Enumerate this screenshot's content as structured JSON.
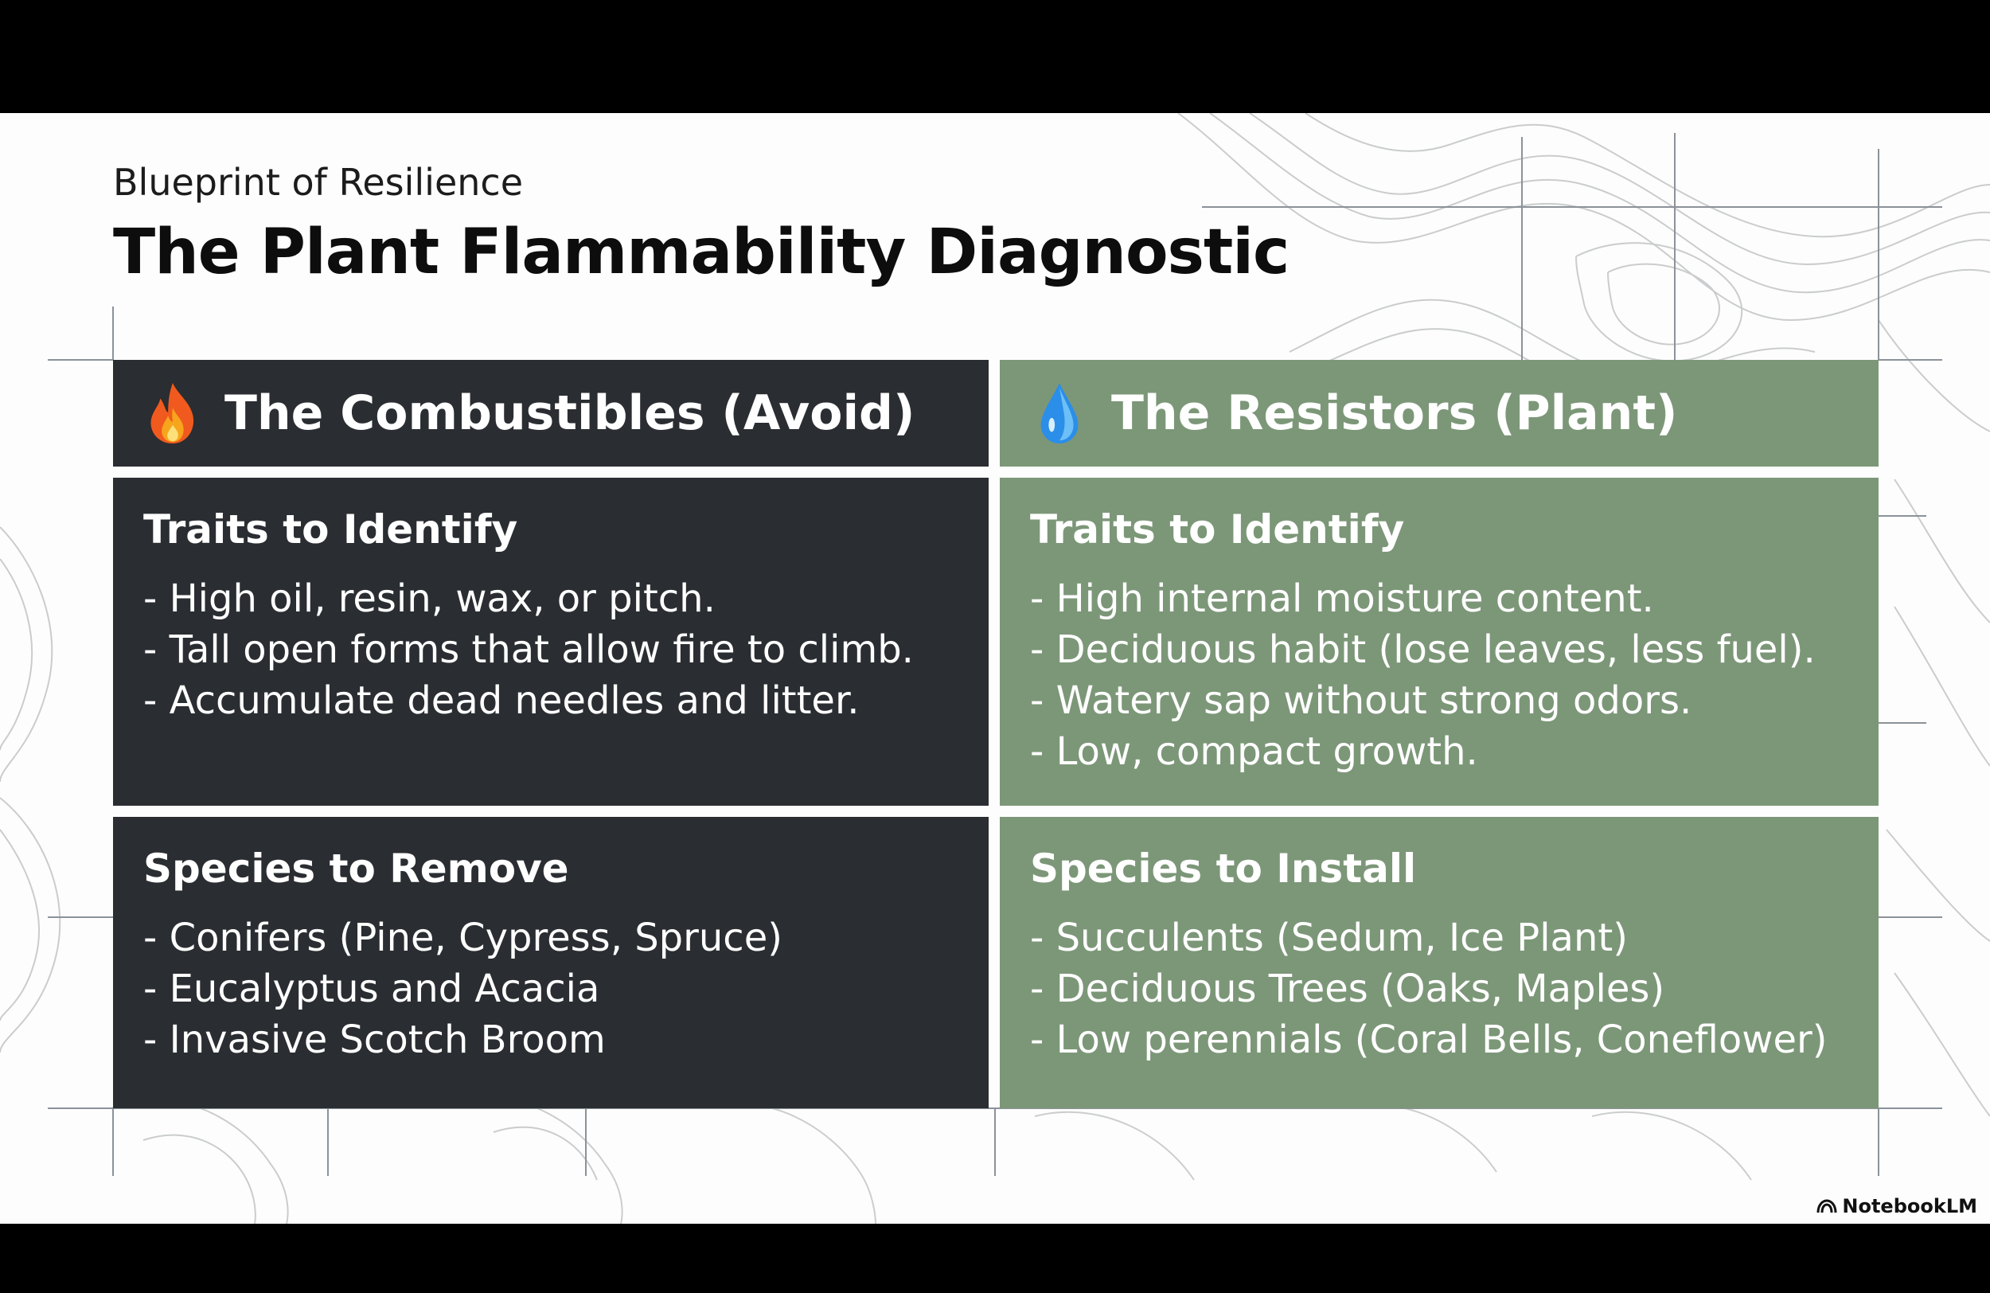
{
  "slide": {
    "subtitle": "Blueprint of Resilience",
    "title": "The Plant Flammability Diagnostic"
  },
  "colors": {
    "dark_panel": "#2a2d31",
    "green_panel": "#7c9778",
    "background": "#fdfdfd"
  },
  "left": {
    "header": "The Combustibles (Avoid)",
    "header_icon": "fire-icon",
    "traits_heading": "Traits to Identify",
    "traits": [
      "- High oil, resin, wax, or pitch.",
      "- Tall open forms that allow fire to climb.",
      "- Accumulate dead needles and litter."
    ],
    "species_heading": "Species to Remove",
    "species": [
      "- Conifers (Pine, Cypress, Spruce)",
      "- Eucalyptus and Acacia",
      "- Invasive Scotch Broom"
    ]
  },
  "right": {
    "header": "The Resistors (Plant)",
    "header_icon": "water-drop-icon",
    "traits_heading": "Traits to Identify",
    "traits": [
      "- High internal moisture content.",
      "- Deciduous habit (lose leaves, less fuel).",
      "- Watery sap without strong odors.",
      "- Low, compact growth."
    ],
    "species_heading": "Species to Install",
    "species": [
      "- Succulents (Sedum, Ice Plant)",
      "- Deciduous Trees (Oaks, Maples)",
      "- Low perennials (Coral Bells, Coneflower)"
    ]
  },
  "brand": {
    "label": "NotebookLM",
    "icon": "notebooklm-logo-icon"
  }
}
